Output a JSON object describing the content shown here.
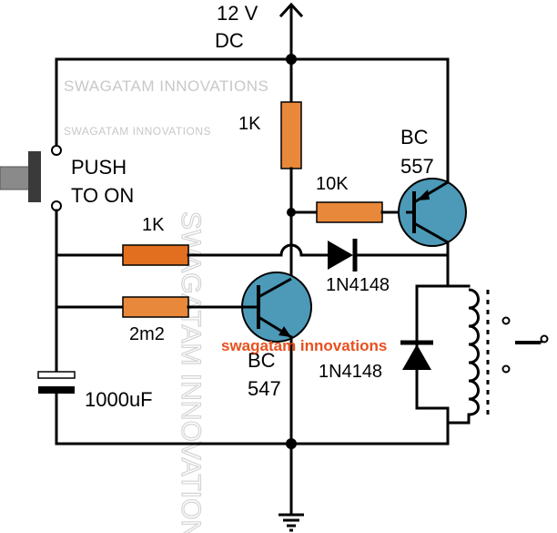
{
  "supply_label": "12 V\nDC",
  "supply_line1": "12 V",
  "supply_line2": "DC",
  "watermark_top_1": "SWAGATAM INNOVATIONS",
  "watermark_top_2": "SWAGATAM INNOVATIONS",
  "watermark_center": "SWAGATAM INNOVATIONS",
  "watermark_orange": "swagatam innovations",
  "switch_label_line1": "PUSH",
  "switch_label_line2": "TO ON",
  "r_top_label": "1K",
  "r_base_pnp_label": "10K",
  "r_left_upper_label": "1K",
  "r_left_lower_label": "2m2",
  "diode_mid_label": "1N4148",
  "diode_relay_label": "1N4148",
  "pnp_label_line1": "BC",
  "pnp_label_line2": "557",
  "npn_label_line1": "BC",
  "npn_label_line2": "547",
  "cap_label": "1000uF",
  "colors": {
    "resistor": "#e8883a",
    "transistor": "#4c9ab8",
    "watermark_orange": "#e8501e",
    "wire": "#000000"
  }
}
